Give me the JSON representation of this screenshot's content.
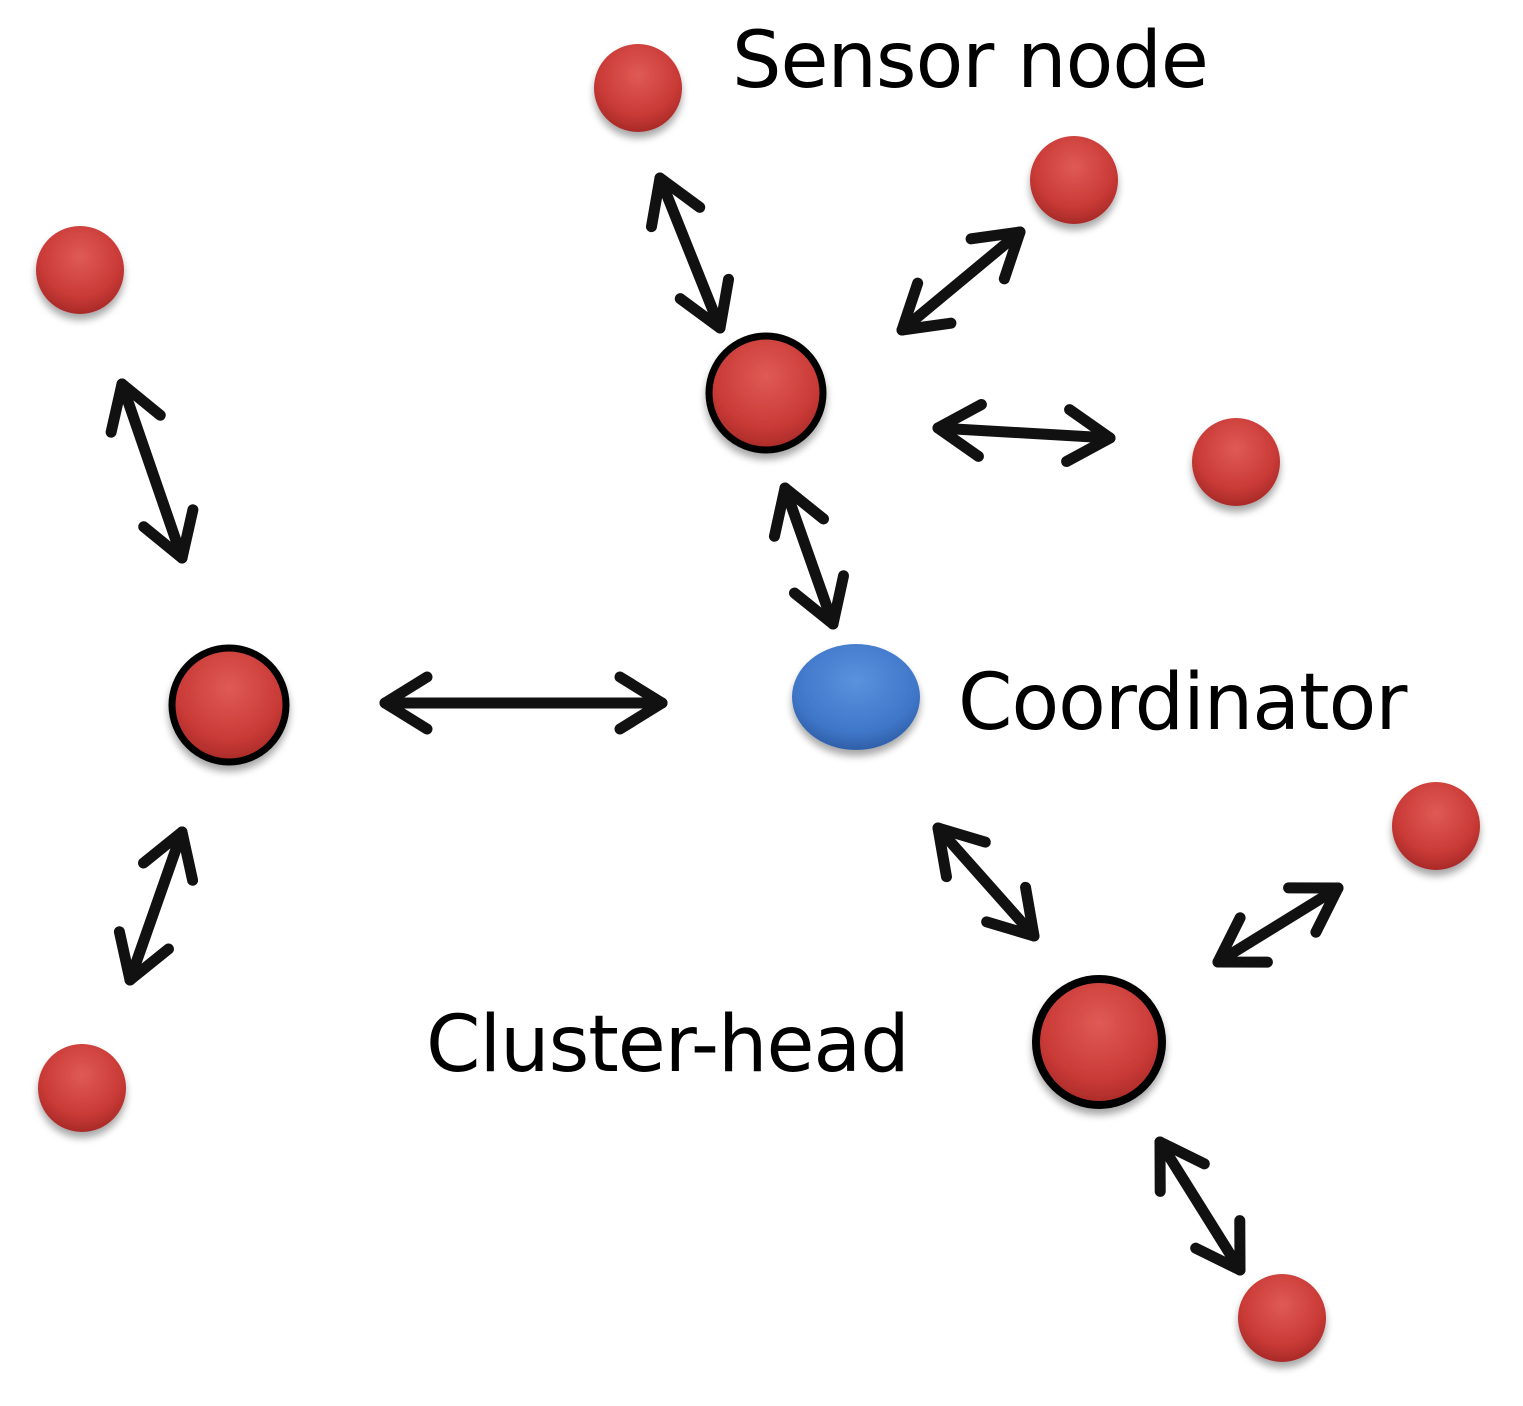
{
  "labels": {
    "sensor_node": "Sensor node",
    "coordinator": "Coordinator",
    "cluster_head": "Cluster-head"
  },
  "colors": {
    "sensor_node": "#cc3333",
    "coordinator": "#4a7fcf",
    "cluster_head_ring": "#000000",
    "link": "#111111"
  }
}
